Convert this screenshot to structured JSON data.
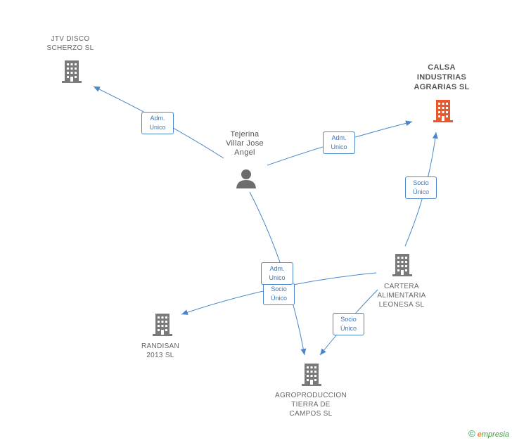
{
  "nodes": {
    "jtv": {
      "label": "JTV DISCO\nSCHERZO SL",
      "icon": "building-icon",
      "color": "#7a7a7a"
    },
    "calsa": {
      "label": "CALSA\nINDUSTRIAS\nAGRARIAS SL",
      "icon": "building-icon",
      "color": "#e8582a"
    },
    "tejerina": {
      "label": "Tejerina\nVillar Jose\nAngel",
      "icon": "person-icon",
      "color": "#6d6d6d"
    },
    "cartera": {
      "label": "CARTERA\nALIMENTARIA\nLEONESA SL",
      "icon": "building-icon",
      "color": "#7a7a7a"
    },
    "randisan": {
      "label": "RANDISAN\n2013 SL",
      "icon": "building-icon",
      "color": "#7a7a7a"
    },
    "agro": {
      "label": "AGROPRODUCCION\nTIERRA DE\nCAMPOS SL",
      "icon": "building-icon",
      "color": "#7a7a7a"
    }
  },
  "edges": {
    "tej_jtv": "Adm.\nUnico",
    "tej_calsa": "Adm.\nUnico",
    "cartera_calsa": "Socio\nÚnico",
    "tej_agro": "Adm.\nUnico",
    "cartera_randisan": "Socio\nÚnico",
    "cartera_agro": "Socio\nÚnico"
  },
  "colors": {
    "edge": "#4a86c8",
    "accent": "#e8582a"
  },
  "footer": {
    "copyright": "©",
    "brand_e": "e",
    "brand_rest": "mpresia"
  }
}
